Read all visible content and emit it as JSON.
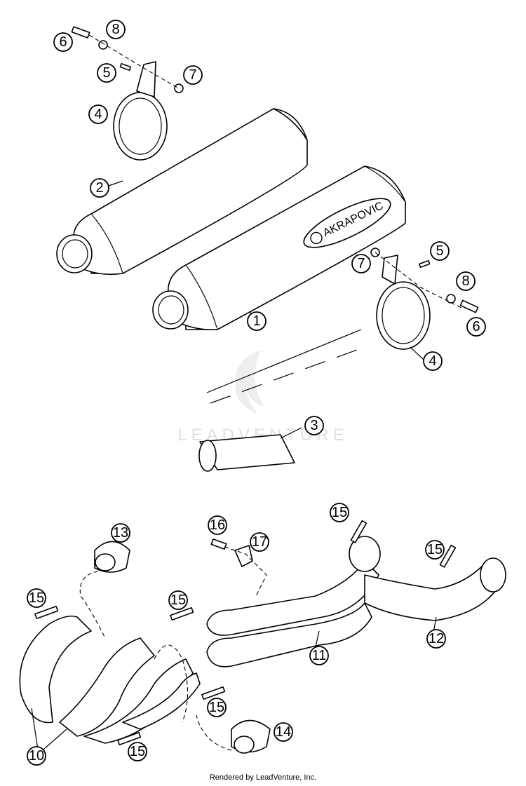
{
  "callouts": [
    {
      "id": "c6a",
      "label": "6"
    },
    {
      "id": "c8a",
      "label": "8"
    },
    {
      "id": "c5a",
      "label": "5"
    },
    {
      "id": "c7a",
      "label": "7"
    },
    {
      "id": "c4a",
      "label": "4"
    },
    {
      "id": "c2",
      "label": "2"
    },
    {
      "id": "c1",
      "label": "1"
    },
    {
      "id": "c7b",
      "label": "7"
    },
    {
      "id": "c5b",
      "label": "5"
    },
    {
      "id": "c8b",
      "label": "8"
    },
    {
      "id": "c6b",
      "label": "6"
    },
    {
      "id": "c4b",
      "label": "4"
    },
    {
      "id": "c3",
      "label": "3"
    },
    {
      "id": "c13",
      "label": "13"
    },
    {
      "id": "c16",
      "label": "16"
    },
    {
      "id": "c17",
      "label": "17"
    },
    {
      "id": "c15a",
      "label": "15"
    },
    {
      "id": "c15b",
      "label": "15"
    },
    {
      "id": "c15c",
      "label": "15"
    },
    {
      "id": "c15d",
      "label": "15"
    },
    {
      "id": "c15e",
      "label": "15"
    },
    {
      "id": "c15f",
      "label": "15"
    },
    {
      "id": "c11",
      "label": "11"
    },
    {
      "id": "c12",
      "label": "12"
    },
    {
      "id": "c10",
      "label": "10"
    },
    {
      "id": "c14",
      "label": "14"
    }
  ],
  "muffler_logo": "AKRAPOVIC",
  "watermark": "LEADVENTURE",
  "footer": "Rendered by LeadVenture, Inc."
}
